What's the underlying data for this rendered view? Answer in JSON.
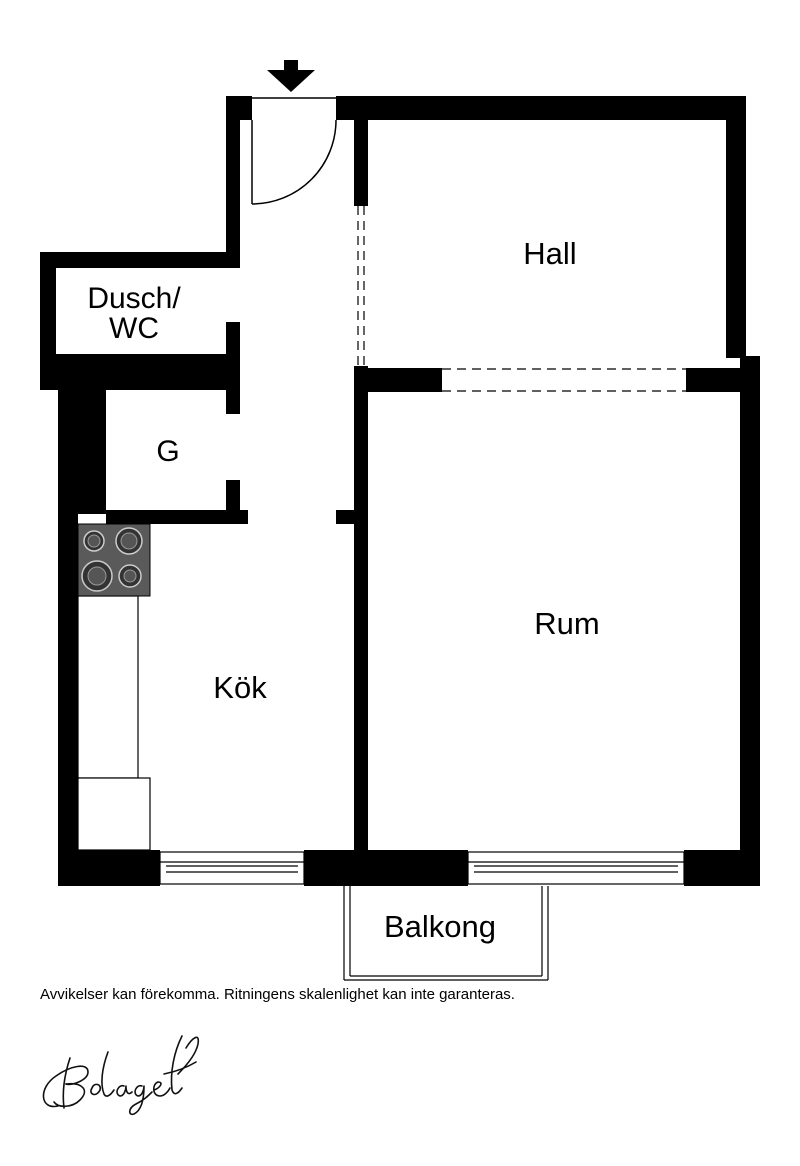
{
  "rooms": {
    "hall": "Hall",
    "dusch_wc_line1": "Dusch/",
    "dusch_wc_line2": "WC",
    "garderob": "G",
    "kok": "Kök",
    "rum": "Rum",
    "balkong": "Balkong"
  },
  "disclaimer": "Avvikelser kan förekomma. Ritningens skalenlighet kan inte garanteras.",
  "logo": {
    "text": "Bolaget"
  },
  "colors": {
    "wall": "#000000",
    "stove": "#5a5a5a",
    "background": "#ffffff"
  },
  "icons": {
    "entrance": "down-arrow-icon",
    "stove": "stove-icon"
  }
}
